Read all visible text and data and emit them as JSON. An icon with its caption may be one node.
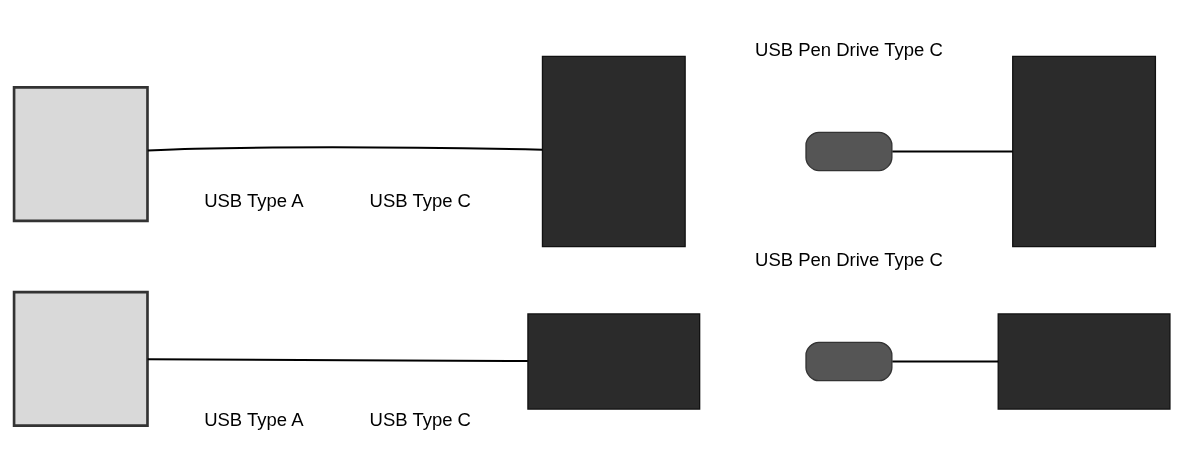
{
  "diagram": {
    "nodes": [
      {
        "text": [],
        "shape": "box"
      },
      {
        "text": [],
        "shape": "box"
      },
      {
        "text": [],
        "shape": "box",
        "beside": [
          "USB Pen Drive Type C"
        ]
      },
      {
        "text": [],
        "shape": "box"
      },
      {
        "text": [],
        "shape": "box"
      },
      {
        "text": [],
        "shape": "box"
      },
      {
        "text": [],
        "shape": "box",
        "beside": [
          "USB Pen Drive Type C"
        ]
      },
      {
        "text": [],
        "shape": "box"
      }
    ],
    "edges": [
      {
        "from": 0,
        "to": 1,
        "arrow": "none"
      },
      {
        "from": 2,
        "to": 3,
        "arrow": "none"
      },
      {
        "from": 4,
        "to": 5,
        "arrow": "none"
      },
      {
        "from": 6,
        "to": 7,
        "arrow": "none"
      }
    ],
    "labels": [
      "USB Type A",
      "USB Type C",
      "USB Type A",
      "USB Type C"
    ]
  }
}
